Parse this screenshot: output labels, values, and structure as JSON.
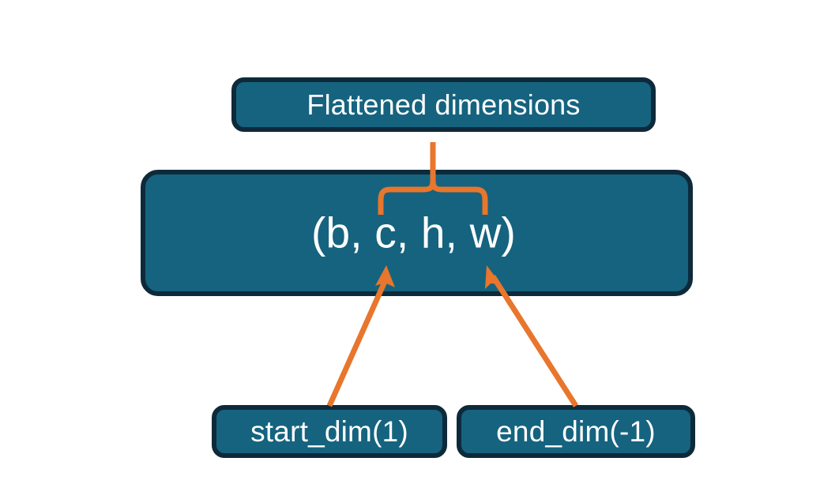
{
  "diagram": {
    "title_text": "Flattened dimensions",
    "shape_text": "(b, c, h, w)",
    "start_dim_text": "start_dim(1)",
    "end_dim_text": "end_dim(-1)",
    "colors": {
      "box_fill": "#15637f",
      "box_border": "#0e2a3a",
      "accent": "#e8762c",
      "text": "#ffffff",
      "background": "#ffffff"
    },
    "annotations": {
      "brace_name": "flattened-range-brace",
      "left_arrow_name": "start-dim-arrow",
      "right_arrow_name": "end-dim-arrow"
    }
  }
}
